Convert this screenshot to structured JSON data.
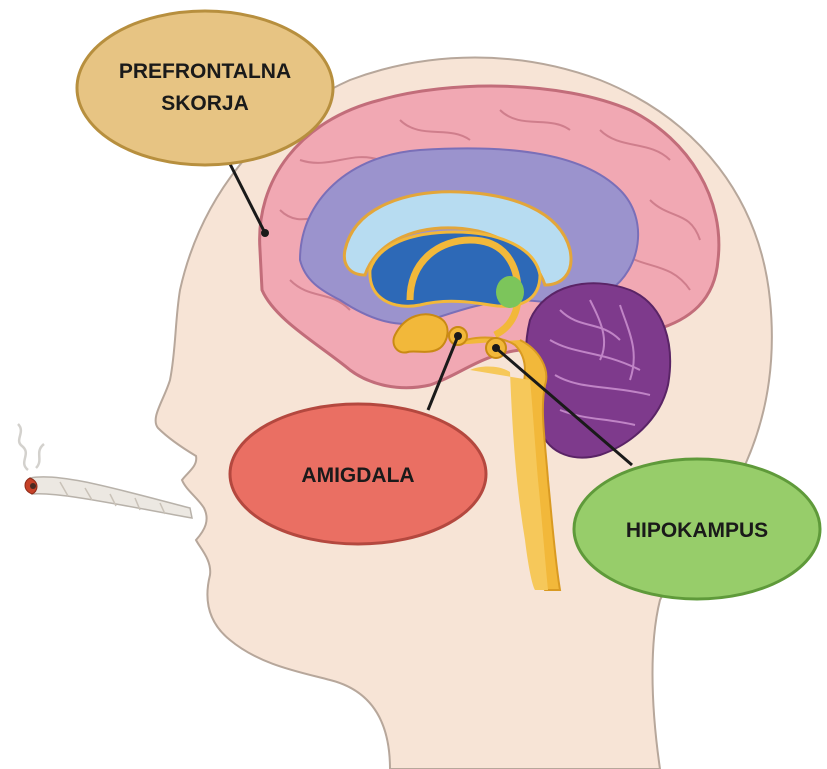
{
  "labels": {
    "prefrontal_line1": "PREFRONTALNA",
    "prefrontal_line2": "SKORJA",
    "amygdala": "AMIGDALA",
    "hippocampus": "HIPOKAMPUS"
  },
  "colors": {
    "head_skin": "#f7e4d6",
    "head_outline": "#b7a79b",
    "cortex": "#f1a8b3",
    "cortex_outline": "#c26d7a",
    "inner_cortex": "#9b93cd",
    "ventricle": "#2d69b7",
    "brainstem": "#f2b83a",
    "cerebellum": "#7e3a8c",
    "cerebellum_light": "#c084c6",
    "bubble_prefrontal": "#e7c483",
    "bubble_amygdala": "#ea6f63",
    "bubble_hippocampus": "#97cd6a",
    "joint_paper": "#ece8e2",
    "joint_ember": "#c64128"
  },
  "icons": [
    "joint-icon",
    "smoke-icon"
  ]
}
